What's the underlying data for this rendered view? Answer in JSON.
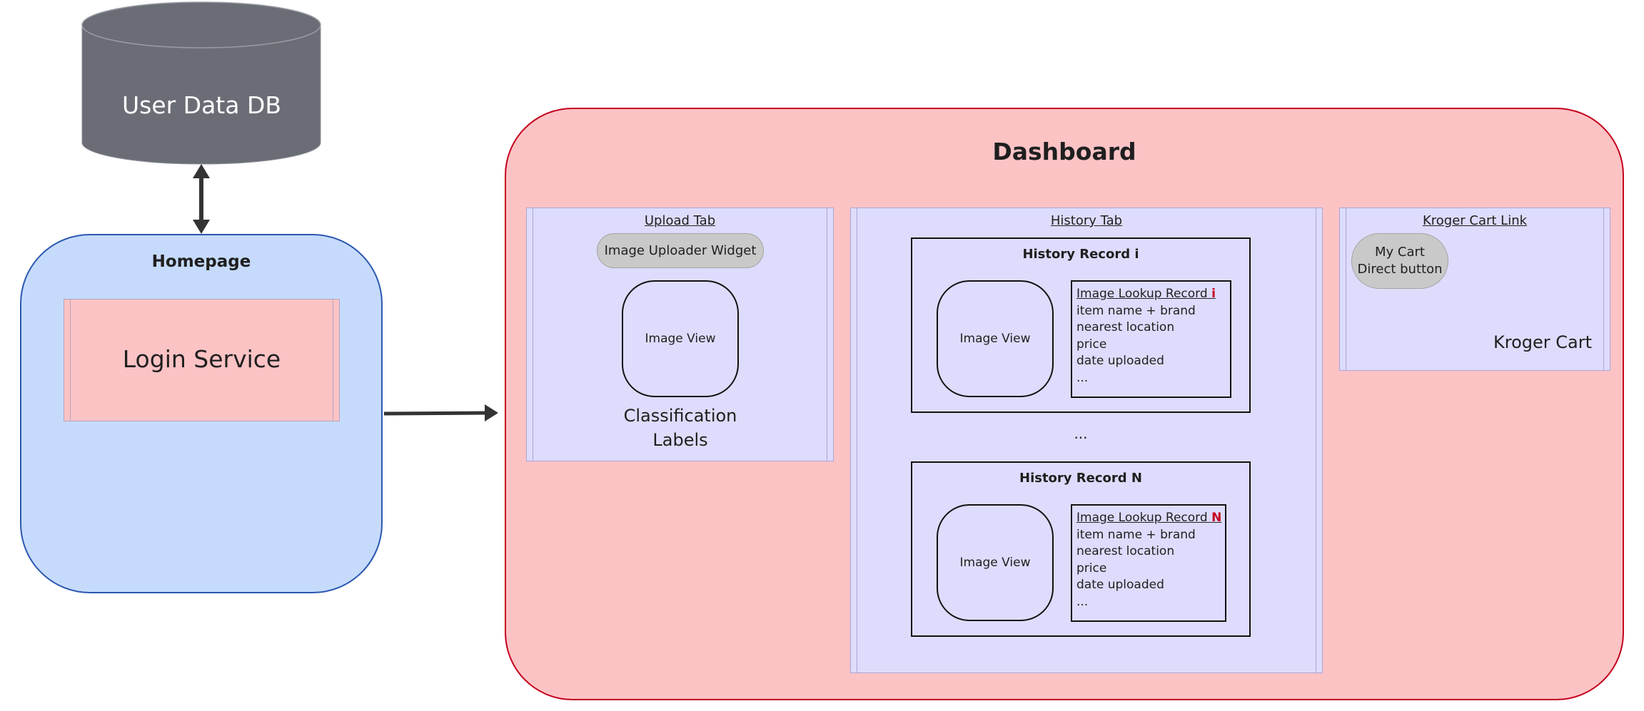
{
  "database": {
    "label": "User Data DB",
    "color": "#6b6d76"
  },
  "homepage": {
    "title": "Homepage",
    "login_service": "Login Service",
    "color": "#c6dbfc",
    "border_color": "#2b57b0"
  },
  "dashboard": {
    "title": "Dashboard",
    "color": "#fcc3c5",
    "border_color": "#c4001d",
    "upload_tab": {
      "title": "Upload Tab",
      "uploader_widget": "Image Uploader Widget",
      "image_view": "Image View",
      "classification_labels": "Classification Labels"
    },
    "history_tab": {
      "title": "History Tab",
      "ellipsis": "...",
      "records": [
        {
          "title": "History Record i",
          "image_view": "Image View",
          "lookup_prefix": "Image Lookup Record ",
          "lookup_index": "i",
          "fields": [
            "item name + brand",
            "nearest location",
            "price",
            "date uploaded",
            "..."
          ]
        },
        {
          "title": "History Record N",
          "image_view": "Image View",
          "lookup_prefix": "Image Lookup Record ",
          "lookup_index": "N",
          "fields": [
            "item name + brand",
            "nearest location",
            "price",
            "date uploaded",
            "..."
          ]
        }
      ]
    },
    "kroger_link": {
      "title": "Kroger Cart Link",
      "button": "My Cart Direct button",
      "button_line1": "My Cart",
      "button_line2": "Direct button",
      "target": "Kroger Cart"
    }
  },
  "panel_color": "#dedcfc",
  "accent_red": "#c4001d"
}
